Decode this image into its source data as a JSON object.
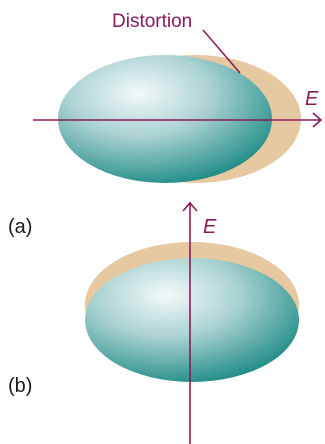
{
  "callout": {
    "label": "Distortion"
  },
  "panels": [
    {
      "label": "(a)",
      "field_label": "E",
      "field_direction": "horizontal"
    },
    {
      "label": "(b)",
      "field_label": "E",
      "field_direction": "vertical"
    }
  ],
  "colors": {
    "field_line": "#8a1a5a",
    "distortion": "#e6c9a0",
    "molecule_center": "#f4f9f9",
    "molecule_mid": "#93c7c6",
    "molecule_edge": "#1c8a86",
    "text": "#1a1a1a"
  }
}
